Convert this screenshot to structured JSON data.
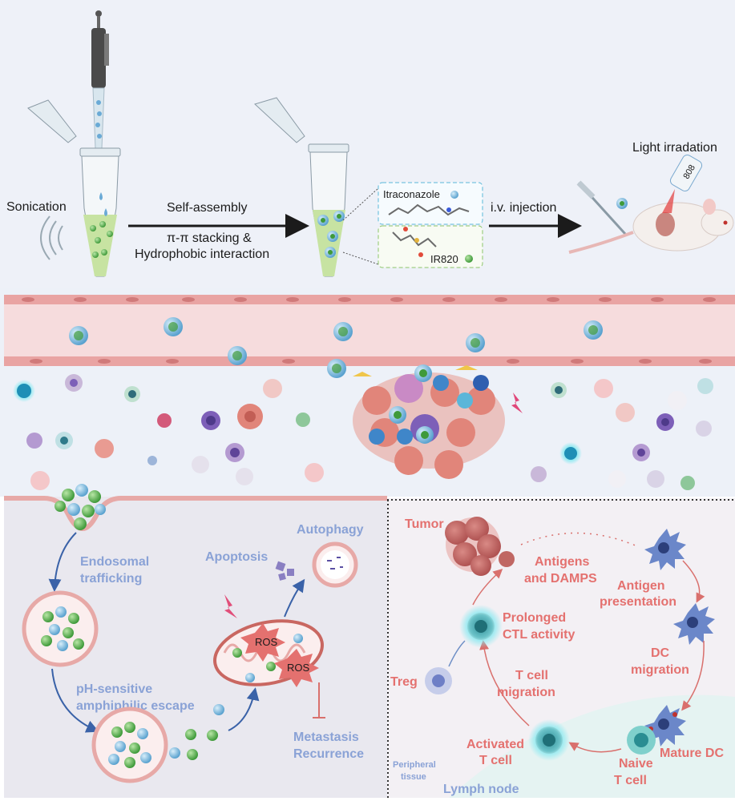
{
  "top": {
    "sonication": "Sonication",
    "self_assembly": "Self-assembly",
    "pi_stacking": "π-π stacking &",
    "hydrophobic": "Hydrophobic interaction",
    "itraconazole": "Itraconazole",
    "ir820": "IR820",
    "iv_injection": "i.v. injection",
    "light_irradiation": "Light irradation",
    "laser_label": "808"
  },
  "cell": {
    "endosomal_1": "Endosomal",
    "endosomal_2": "trafficking",
    "ph_1": "pH-sensitive",
    "ph_2": "amphiphilic escape",
    "apoptosis": "Apoptosis",
    "autophagy": "Autophagy",
    "ros": "ROS",
    "metastasis": "Metastasis",
    "recurrence": "Recurrence"
  },
  "immune": {
    "tumor": "Tumor",
    "antigens_1": "Antigens",
    "antigens_2": "and DAMPS",
    "antigen_pres_1": "Antigen",
    "antigen_pres_2": "presentation",
    "dc_mig_1": "DC",
    "dc_mig_2": "migration",
    "mature_dc": "Mature DC",
    "naive_1": "Naive",
    "naive_2": "T cell",
    "activated_1": "Activated",
    "activated_2": "T cell",
    "tcell_mig_1": "T cell",
    "tcell_mig_2": "migration",
    "treg": "Treg",
    "prolonged_1": "Prolonged",
    "prolonged_2": "CTL activity",
    "peripheral_1": "Peripheral",
    "peripheral_2": "tissue",
    "lymph_node": "Lymph node"
  },
  "colors": {
    "panel_bg": "#eef1f8",
    "vessel": "#f6d9da",
    "endothelial": "#e79c9b",
    "cell_panel": "#e8e7ef",
    "immune_panel": "#f2eff3",
    "blue_text": "#8aa2d6",
    "red_text": "#e4716f"
  }
}
